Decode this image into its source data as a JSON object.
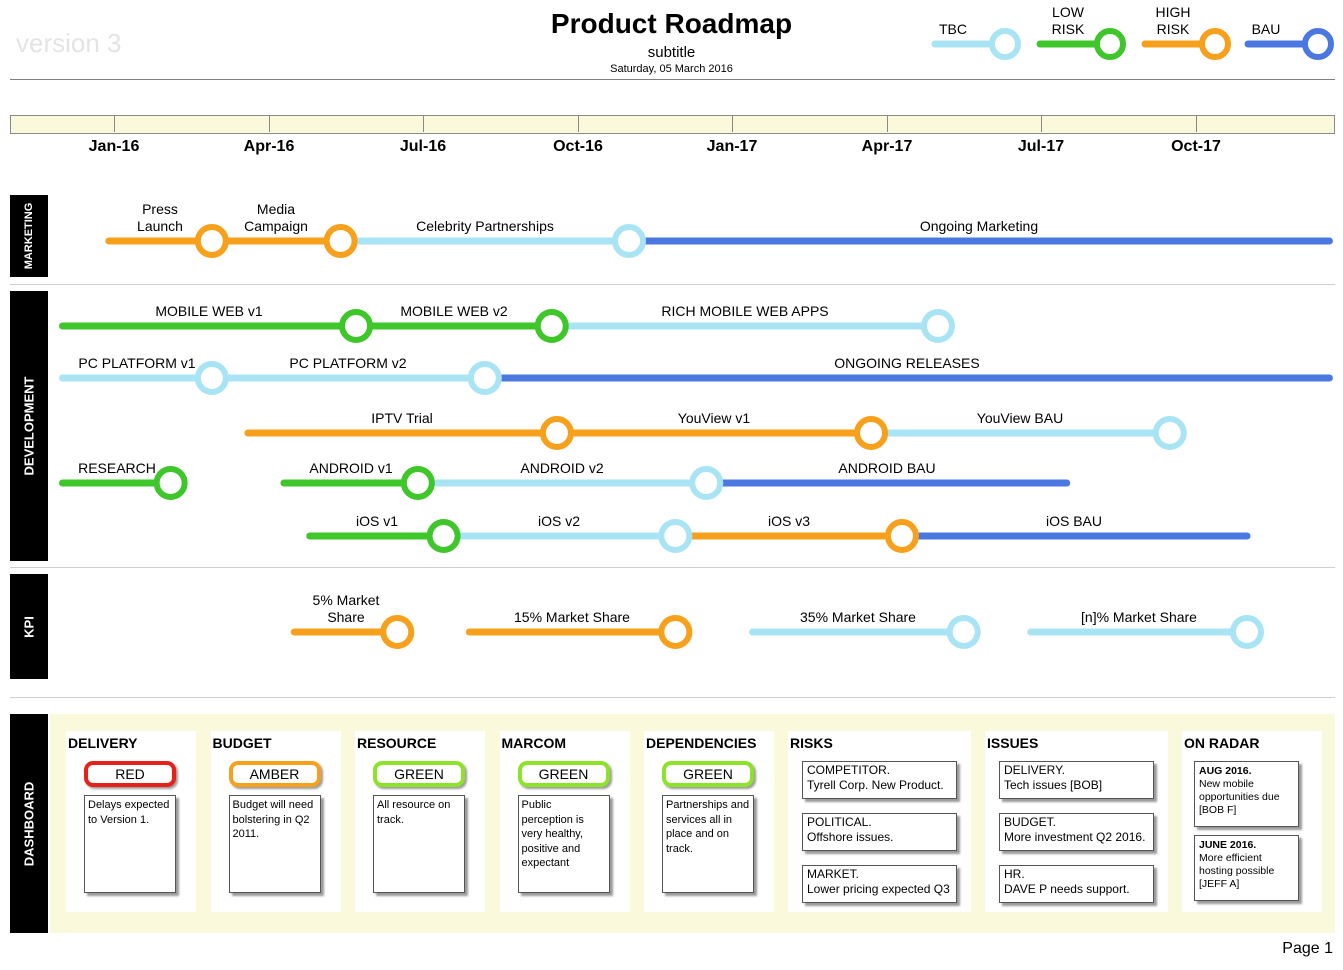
{
  "header": {
    "watermark": "version 3",
    "title": "Product Roadmap",
    "subtitle": "subtitle",
    "date": "Saturday, 05 March 2016"
  },
  "colors": {
    "tbc": "#a8e4f4",
    "low_risk": "#3ec62a",
    "high_risk": "#f7a01b",
    "bau": "#4a78e0"
  },
  "legend": [
    {
      "label": "TBC",
      "status": "tbc"
    },
    {
      "label": "LOW RISK",
      "status": "low_risk"
    },
    {
      "label": "HIGH RISK",
      "status": "high_risk"
    },
    {
      "label": "BAU",
      "status": "bau"
    }
  ],
  "timeline": {
    "ticks": [
      "Jan-16",
      "Apr-16",
      "Jul-16",
      "Oct-16",
      "Jan-17",
      "Apr-17",
      "Jul-17",
      "Oct-17"
    ]
  },
  "lanes": {
    "marketing": "MARKETING",
    "development": "DEVELOPMENT",
    "kpi": "KPI",
    "dashboard": "DASHBOARD"
  },
  "roadmap": [
    {
      "lane": "marketing",
      "bars": [
        {
          "label": "Press Launch",
          "start": -0.1,
          "end": 1.9,
          "status": "high_risk",
          "milestone": true
        },
        {
          "label": "Media Campaign",
          "start": 1.9,
          "end": 4.4,
          "status": "high_risk",
          "milestone": true
        },
        {
          "label": "Celebrity Partnerships",
          "start": 4.4,
          "end": 10.0,
          "status": "tbc",
          "milestone": true
        },
        {
          "label": "Ongoing Marketing",
          "start": 10.0,
          "end": 23.6,
          "status": "bau",
          "milestone": false
        }
      ]
    },
    {
      "lane": "development",
      "bars": [
        {
          "label": "MOBILE WEB v1",
          "start": -1.0,
          "end": 4.7,
          "status": "low_risk",
          "milestone": true
        },
        {
          "label": "MOBILE WEB v2",
          "start": 4.7,
          "end": 8.5,
          "status": "low_risk",
          "milestone": true
        },
        {
          "label": "RICH MOBILE WEB APPS",
          "start": 8.5,
          "end": 16.0,
          "status": "tbc",
          "milestone": true
        }
      ]
    },
    {
      "lane": "development",
      "bars": [
        {
          "label": "PC PLATFORM v1",
          "start": -1.0,
          "end": 1.9,
          "status": "tbc",
          "milestone": true
        },
        {
          "label": "PC PLATFORM v2",
          "start": 1.9,
          "end": 7.2,
          "status": "tbc",
          "milestone": true
        },
        {
          "label": "ONGOING RELEASES",
          "start": 7.2,
          "end": 23.6,
          "status": "bau",
          "milestone": false
        }
      ]
    },
    {
      "lane": "development",
      "bars": [
        {
          "label": "IPTV Trial",
          "start": 2.6,
          "end": 8.6,
          "status": "high_risk",
          "milestone": true
        },
        {
          "label": "YouView v1",
          "start": 8.6,
          "end": 14.7,
          "status": "high_risk",
          "milestone": true
        },
        {
          "label": "YouView BAU",
          "start": 14.7,
          "end": 20.5,
          "status": "tbc",
          "milestone": true
        }
      ]
    },
    {
      "lane": "development",
      "bars": [
        {
          "label": "RESEARCH",
          "start": -1.0,
          "end": 1.1,
          "status": "low_risk",
          "milestone": true
        },
        {
          "label": "ANDROID v1",
          "start": 3.3,
          "end": 5.9,
          "status": "low_risk",
          "milestone": true
        },
        {
          "label": "ANDROID v2",
          "start": 5.9,
          "end": 11.5,
          "status": "tbc",
          "milestone": true
        },
        {
          "label": "ANDROID BAU",
          "start": 11.5,
          "end": 18.5,
          "status": "bau",
          "milestone": false
        }
      ]
    },
    {
      "lane": "development",
      "bars": [
        {
          "label": "iOS v1",
          "start": 3.8,
          "end": 6.4,
          "status": "low_risk",
          "milestone": true
        },
        {
          "label": "iOS v2",
          "start": 6.4,
          "end": 10.9,
          "status": "tbc",
          "milestone": true
        },
        {
          "label": "iOS v3",
          "start": 10.9,
          "end": 15.3,
          "status": "high_risk",
          "milestone": true
        },
        {
          "label": "iOS BAU",
          "start": 15.3,
          "end": 22.0,
          "status": "bau",
          "milestone": false
        }
      ]
    },
    {
      "lane": "kpi",
      "bars": [
        {
          "label": "5% Market Share",
          "start": 3.5,
          "end": 5.5,
          "status": "high_risk",
          "milestone": true
        },
        {
          "label": "15% Market Share",
          "start": 6.9,
          "end": 10.9,
          "status": "high_risk",
          "milestone": true
        },
        {
          "label": "35% Market Share",
          "start": 12.4,
          "end": 16.5,
          "status": "tbc",
          "milestone": true
        },
        {
          "label": "[n]% Market Share",
          "start": 17.8,
          "end": 22.0,
          "status": "tbc",
          "milestone": true
        }
      ]
    }
  ],
  "dashboard": {
    "rag_columns": [
      {
        "heading": "DELIVERY",
        "status": "RED",
        "color": "#e8201a",
        "note": "Delays expected to Version 1."
      },
      {
        "heading": "BUDGET",
        "status": "AMBER",
        "color": "#f7a01b",
        "note": "Budget will need bolstering in Q2 2011."
      },
      {
        "heading": "RESOURCE",
        "status": "GREEN",
        "color": "#8ee22a",
        "note": "All resource on track."
      },
      {
        "heading": "MARCOM",
        "status": "GREEN",
        "color": "#8ee22a",
        "note": "Public perception is very healthy, positive and expectant"
      },
      {
        "heading": "DEPENDENCIES",
        "status": "GREEN",
        "color": "#8ee22a",
        "note": "Partnerships and services all in place and on track."
      }
    ],
    "risks": {
      "heading": "RISKS",
      "items": [
        {
          "title": "COMPETITOR.",
          "text": "Tyrell Corp. New Product."
        },
        {
          "title": "POLITICAL.",
          "text": "Offshore issues."
        },
        {
          "title": "MARKET.",
          "text": "Lower pricing expected Q3"
        }
      ]
    },
    "issues": {
      "heading": "ISSUES",
      "items": [
        {
          "title": "DELIVERY.",
          "text": "Tech issues [BOB]"
        },
        {
          "title": "BUDGET.",
          "text": "More investment Q2 2016."
        },
        {
          "title": "HR.",
          "text": "DAVE P needs support."
        }
      ]
    },
    "radar": {
      "heading": "ON RADAR",
      "items": [
        {
          "title": "AUG 2016.",
          "text": "New mobile opportunities due [BOB F]"
        },
        {
          "title": "JUNE 2016.",
          "text": "More efficient hosting possible [JEFF A]"
        }
      ]
    }
  },
  "footer": {
    "page": "Page 1"
  }
}
